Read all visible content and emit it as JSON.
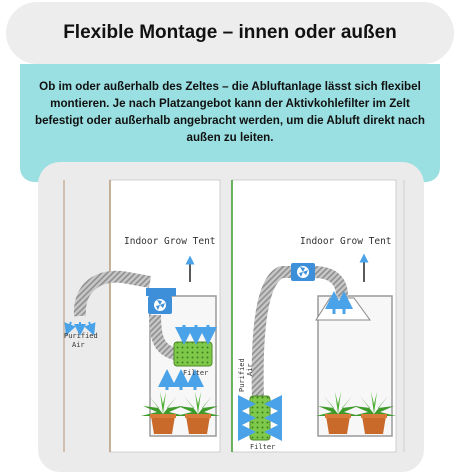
{
  "header": {
    "title": "Flexible Montage – innen oder außen"
  },
  "description": {
    "text": "Ob im oder außerhalb des Zeltes – die Abluftanlage lässt sich flexibel montieren. Je nach Platzangebot kann der Aktivkohlefilter im Zelt befestigt oder außerhalb angebracht werden, um die Abluft direkt nach außen zu leiten."
  },
  "diagram": {
    "left": {
      "tent_label": "Indoor Grow Tent",
      "purified_label_1": "Purified",
      "purified_label_2": "Air",
      "filter_label": "Filter"
    },
    "right": {
      "tent_label": "Indoor Grow Tent",
      "purified_label_1": "Purified",
      "purified_label_2": "Air",
      "filter_label": "Filter"
    }
  },
  "colors": {
    "accent": "#9adfe1",
    "fan": "#3d8fd9",
    "filter": "#7ec94a",
    "arrow": "#4aa3e8",
    "pot": "#c9692a",
    "leaf": "#3f9a2c"
  }
}
